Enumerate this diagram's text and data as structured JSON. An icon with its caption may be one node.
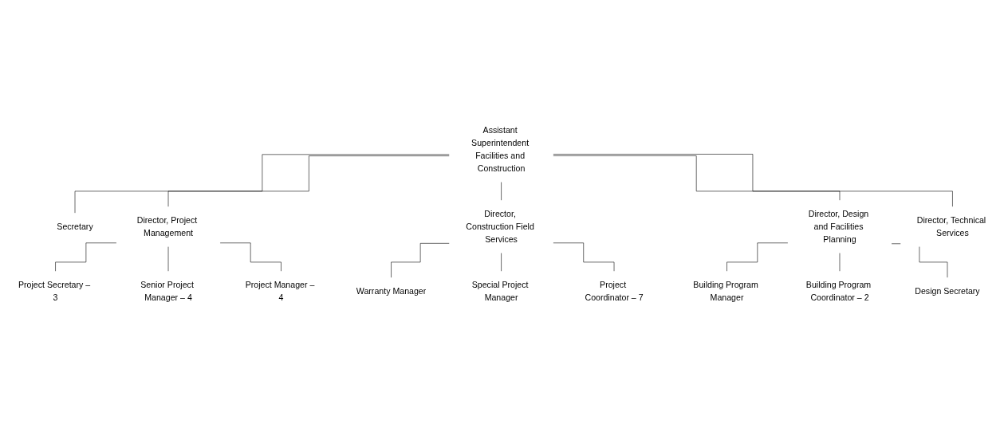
{
  "diagram": {
    "nodes": [
      {
        "text": [
          "Assistant Superintendent Facilities and Construction"
        ]
      },
      {
        "text": [
          "Secretary"
        ]
      },
      {
        "text": [
          "Director, Project Management"
        ]
      },
      {
        "text": [
          "Director, Construction Field Services"
        ]
      },
      {
        "text": [
          "Director, Design and Facilities Planning"
        ]
      },
      {
        "text": [
          "Director, Technical Services"
        ]
      },
      {
        "text": [
          "Project Secretary – 3"
        ]
      },
      {
        "text": [
          "Senior Project Manager – 4"
        ]
      },
      {
        "text": [
          "Project Manager – 4"
        ]
      },
      {
        "text": [
          "Warranty Manager"
        ]
      },
      {
        "text": [
          "Special Project Manager"
        ]
      },
      {
        "text": [
          "Project Coordinator – 7"
        ]
      },
      {
        "text": [
          "Building Program Manager"
        ]
      },
      {
        "text": [
          "Building Program Coordinator – 2"
        ]
      },
      {
        "text": [
          "Design Secretary"
        ]
      }
    ],
    "edges": [
      {
        "from": 0,
        "to": 1,
        "arrow": "none"
      },
      {
        "from": 0,
        "to": 2,
        "arrow": "none"
      },
      {
        "from": 0,
        "to": 3,
        "arrow": "none"
      },
      {
        "from": 0,
        "to": 4,
        "arrow": "none"
      },
      {
        "from": 0,
        "to": 5,
        "arrow": "none"
      },
      {
        "from": 2,
        "to": 6,
        "arrow": "none"
      },
      {
        "from": 2,
        "to": 7,
        "arrow": "none"
      },
      {
        "from": 2,
        "to": 8,
        "arrow": "none"
      },
      {
        "from": 3,
        "to": 9,
        "arrow": "none"
      },
      {
        "from": 3,
        "to": 10,
        "arrow": "none"
      },
      {
        "from": 3,
        "to": 11,
        "arrow": "none"
      },
      {
        "from": 4,
        "to": 12,
        "arrow": "none"
      },
      {
        "from": 4,
        "to": 13,
        "arrow": "none"
      },
      {
        "from": 4,
        "to": 14,
        "arrow": "none"
      }
    ]
  }
}
